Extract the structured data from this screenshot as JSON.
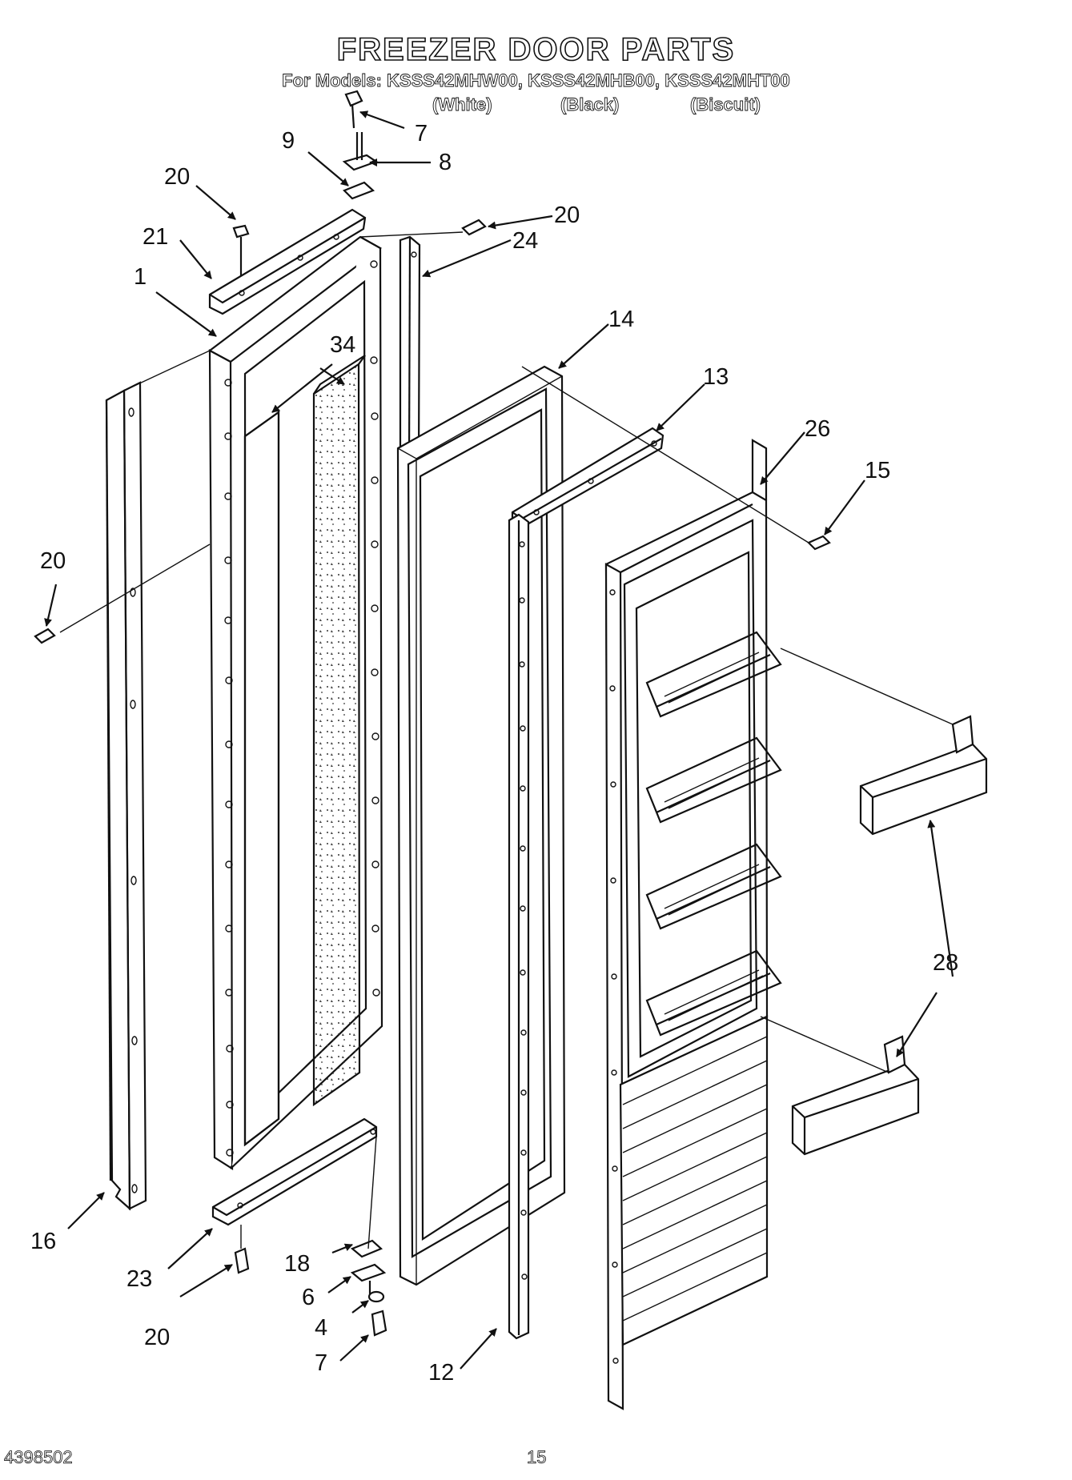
{
  "header": {
    "title": "FREEZER DOOR PARTS",
    "models_line": "For Models: KSSS42MHW00, KSSS42MHB00, KSSS42MHT00",
    "variants": [
      "(White)",
      "(Black)",
      "(Biscuit)"
    ]
  },
  "callouts": {
    "c7_top": "7",
    "c8": "8",
    "c9": "9",
    "c20_top": "20",
    "c21": "21",
    "c1": "1",
    "c20_right": "20",
    "c24": "24",
    "c34": "34",
    "c14": "14",
    "c13": "13",
    "c26": "26",
    "c15": "15",
    "c20_left": "20",
    "c28": "28",
    "c16": "16",
    "c23": "23",
    "c18": "18",
    "c6": "6",
    "c20_bottom": "20",
    "c4": "4",
    "c7_bottom": "7",
    "c12": "12"
  },
  "footer": {
    "doc_number": "4398502",
    "page_number": "15"
  }
}
